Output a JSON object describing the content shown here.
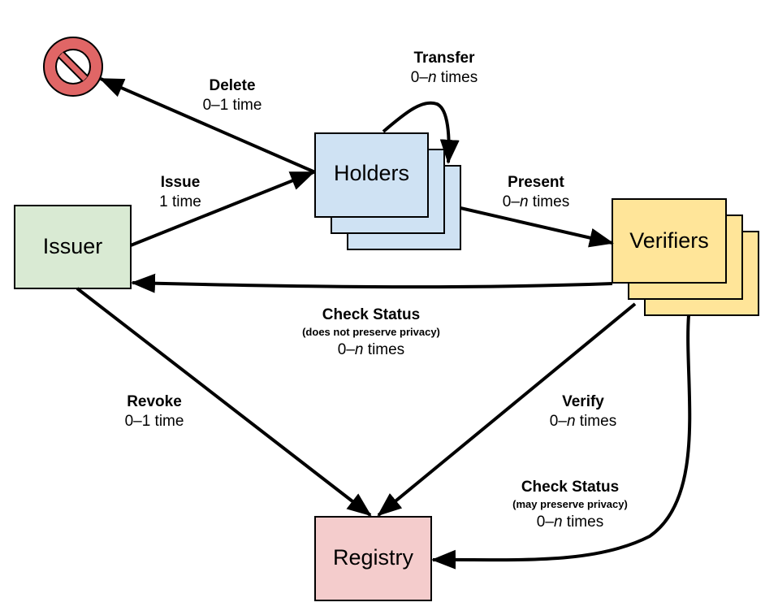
{
  "nodes": {
    "issuer": "Issuer",
    "holders": "Holders",
    "verifiers": "Verifiers",
    "registry": "Registry",
    "deleted_icon": "prohibited-icon"
  },
  "edges": {
    "delete": {
      "action": "Delete",
      "count_prefix": "0–1 time"
    },
    "transfer": {
      "action": "Transfer",
      "count_prefix": "0–",
      "count_var": "n",
      "count_suffix": " times"
    },
    "issue": {
      "action": "Issue",
      "count_prefix": "1 time"
    },
    "present": {
      "action": "Present",
      "count_prefix": "0–",
      "count_var": "n",
      "count_suffix": " times"
    },
    "check_status_issuer": {
      "action": "Check Status",
      "note": "(does not preserve privacy)",
      "count_prefix": "0–",
      "count_var": "n",
      "count_suffix": " times"
    },
    "revoke": {
      "action": "Revoke",
      "count_prefix": "0–1 time"
    },
    "verify": {
      "action": "Verify",
      "count_prefix": "0–",
      "count_var": "n",
      "count_suffix": " times"
    },
    "check_status_registry": {
      "action": "Check Status",
      "note": "(may preserve privacy)",
      "count_prefix": "0–",
      "count_var": "n",
      "count_suffix": " times"
    }
  },
  "colors": {
    "issuer_fill": "#d9ead3",
    "holders_fill": "#cfe2f3",
    "verifiers_fill": "#ffe599",
    "registry_fill": "#f4cccc",
    "prohibited_fill": "#e06666",
    "stroke": "#000000"
  }
}
